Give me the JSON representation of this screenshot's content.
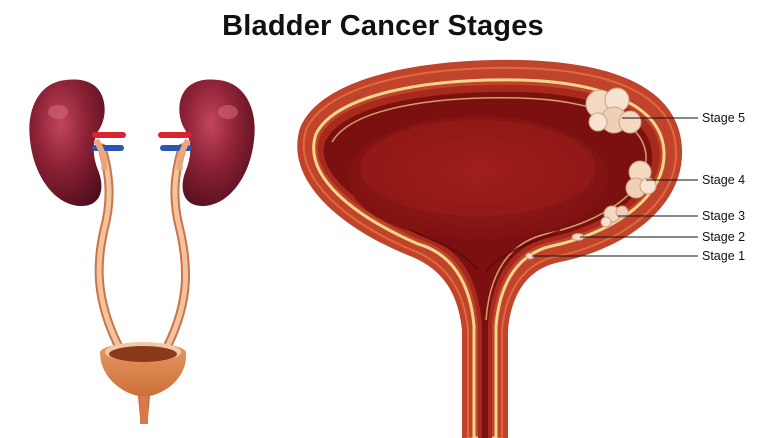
{
  "title": "Bladder Cancer Stages",
  "stages": [
    {
      "label": "Stage 5"
    },
    {
      "label": "Stage 4"
    },
    {
      "label": "Stage 3"
    },
    {
      "label": "Stage 2"
    },
    {
      "label": "Stage 1"
    }
  ],
  "colors": {
    "kidney": "#8e2236",
    "kidney_highlight": "#c2465e",
    "artery": "#d8242e",
    "vein": "#2a55b8",
    "ureter": "#e8a77c",
    "bladder_wall": "#c0442c",
    "bladder_lining": "#f1d58a",
    "bladder_inner": "#8f1515",
    "tumor": "#f4d9c2"
  },
  "icons": [
    "kidney-left",
    "kidney-right",
    "urinary-bladder-small",
    "bladder-cross-section"
  ]
}
